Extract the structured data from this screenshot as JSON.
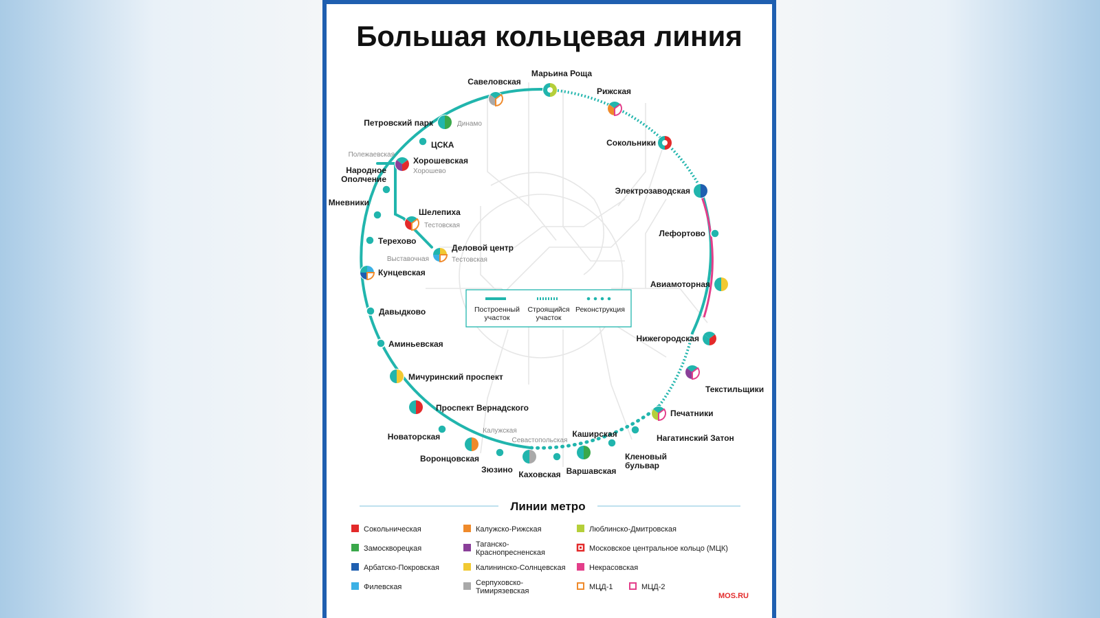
{
  "title": "Большая кольцевая линия",
  "colors": {
    "ring": "#21b5ad",
    "frame": "#1f5fb0",
    "sokolnicheskaya": "#e32a2a",
    "zamoskvoretskaya": "#3aa84a",
    "arbatsko": "#1f5fb0",
    "filevskaya": "#3cb1e5",
    "kaluzhsko": "#ef8a2b",
    "tagansko": "#8a3f99",
    "kalininsko": "#f1c932",
    "serpukhovsko": "#a9a9a9",
    "lyublinsko": "#b5cf3a",
    "nekrasovskaya": "#e33e8a"
  },
  "key": {
    "built": [
      "Построенный",
      "участок"
    ],
    "building": [
      "Строящийся",
      "участок"
    ],
    "reconstruction": "Реконструкция"
  },
  "stations": {
    "marina_roshcha": "Марьина Роща",
    "rizhskaya": "Рижская",
    "sokolniki": "Сокольники",
    "elektrozavodskaya": "Электрозаводская",
    "lefortovo": "Лефортово",
    "aviamotornaya": "Авиамоторная",
    "nizhegorodskaya": "Нижегородская",
    "tekstilshchiki": "Текстильщики",
    "pechatniki": "Печатники",
    "nagatinsky_zaton": "Нагатинский Затон",
    "klenovy_bulvar": [
      "Кленовый",
      "бульвар"
    ],
    "kashirskaya": "Каширская",
    "varshavskaya": "Варшавская",
    "kakhovskaya": "Каховская",
    "sevastopolskaya": "Севастопольская",
    "zyuzino": "Зюзино",
    "vorontsovskaya": "Воронцовская",
    "kaluzhskaya": "Калужская",
    "novatorskaya": "Новаторская",
    "prospekt_vernadskogo": "Проспект Вернадского",
    "michurinsky": "Мичуринский проспект",
    "aminyevskaya": "Аминьевская",
    "davydkovo": "Давыдково",
    "kuntsevskaya": "Кунцевская",
    "vystavochnaya": "Выставочная",
    "delovoy_tsentr": "Деловой центр",
    "testovskaya_1": "Тестовская",
    "testovskaya_2": "Тестовская",
    "terekhovo": "Терехово",
    "mnevniki": "Мневники",
    "shelepikha": "Шелепиха",
    "narodnoe_opolchenie": [
      "Народное",
      "Ополчение"
    ],
    "polezhaevskaya": "Полежаевская",
    "khoroshevskaya": "Хорошевская",
    "khoroshevo": "Хорошево",
    "tsska": "ЦСКА",
    "petrovsky_park": "Петровский парк",
    "dinamo": "Динамо",
    "savelovskaya": "Савеловская"
  },
  "legend": {
    "title": "Линии метро",
    "items": [
      {
        "label": [
          "Сокольническая"
        ],
        "color": "#e32a2a",
        "kind": "square"
      },
      {
        "label": [
          "Замоскворецкая"
        ],
        "color": "#3aa84a",
        "kind": "square"
      },
      {
        "label": [
          "Арбатско-Покровская"
        ],
        "color": "#1f5fb0",
        "kind": "square"
      },
      {
        "label": [
          "Филевская"
        ],
        "color": "#3cb1e5",
        "kind": "square"
      },
      {
        "label": [
          "Калужско-Рижская"
        ],
        "color": "#ef8a2b",
        "kind": "square"
      },
      {
        "label": [
          "Таганско-",
          "Краснопресненская"
        ],
        "color": "#8a3f99",
        "kind": "square"
      },
      {
        "label": [
          "Калининско-Солнцевская"
        ],
        "color": "#f1c932",
        "kind": "square"
      },
      {
        "label": [
          "Серпуховско-",
          "Тимирязевская"
        ],
        "color": "#a9a9a9",
        "kind": "square"
      },
      {
        "label": [
          "Люблинско-Дмитровская"
        ],
        "color": "#b5cf3a",
        "kind": "square"
      },
      {
        "label": [
          "Московское центральное кольцо (МЦК)"
        ],
        "color": "#e32a2a",
        "kind": "mck"
      },
      {
        "label": [
          "Некрасовская"
        ],
        "color": "#e33e8a",
        "kind": "square"
      },
      {
        "label": [
          "МЦД-1"
        ],
        "color": "#ef8a2b",
        "kind": "outline"
      },
      {
        "label": [
          "МЦД-2"
        ],
        "color": "#e33e8a",
        "kind": "outline"
      }
    ]
  },
  "source": "MOS.RU"
}
